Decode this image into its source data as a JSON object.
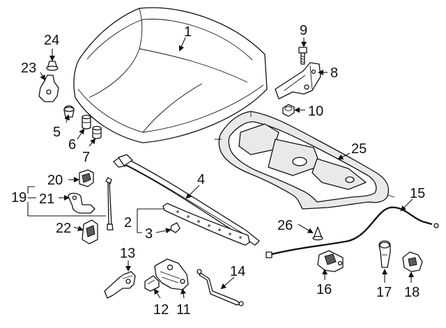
{
  "diagram": {
    "callouts": [
      "1",
      "2",
      "3",
      "4",
      "5",
      "6",
      "7",
      "8",
      "9",
      "10",
      "11",
      "12",
      "13",
      "14",
      "15",
      "16",
      "17",
      "18",
      "19",
      "20",
      "21",
      "22",
      "23",
      "24",
      "25",
      "26"
    ]
  }
}
